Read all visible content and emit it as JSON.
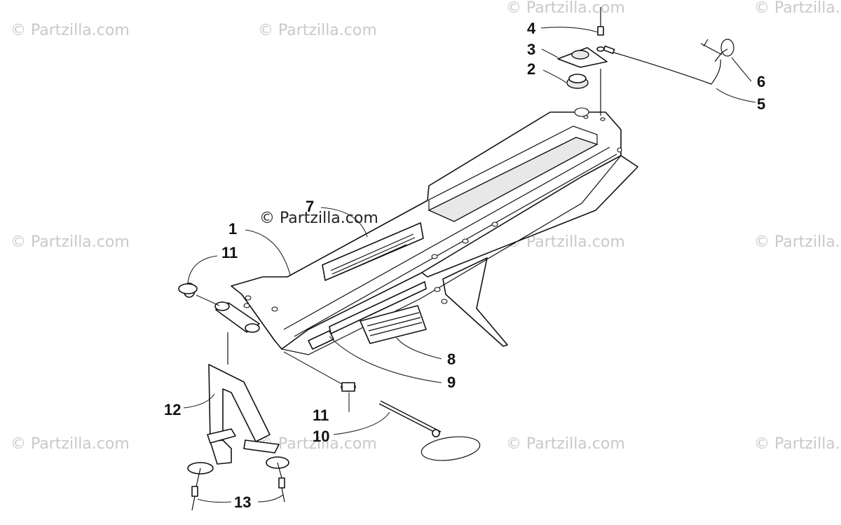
{
  "watermark_text": "© Partzilla.com",
  "copyright_text": "© Partzilla.com",
  "callouts": {
    "c1": "1",
    "c2": "2",
    "c3": "3",
    "c4": "4",
    "c5": "5",
    "c6": "6",
    "c7": "7",
    "c8": "8",
    "c9": "9",
    "c10": "10",
    "c11a": "11",
    "c11b": "11",
    "c12": "12",
    "c13": "13"
  },
  "colors": {
    "line": "#111111",
    "watermark": "#c9c9c9",
    "background": "#ffffff"
  }
}
